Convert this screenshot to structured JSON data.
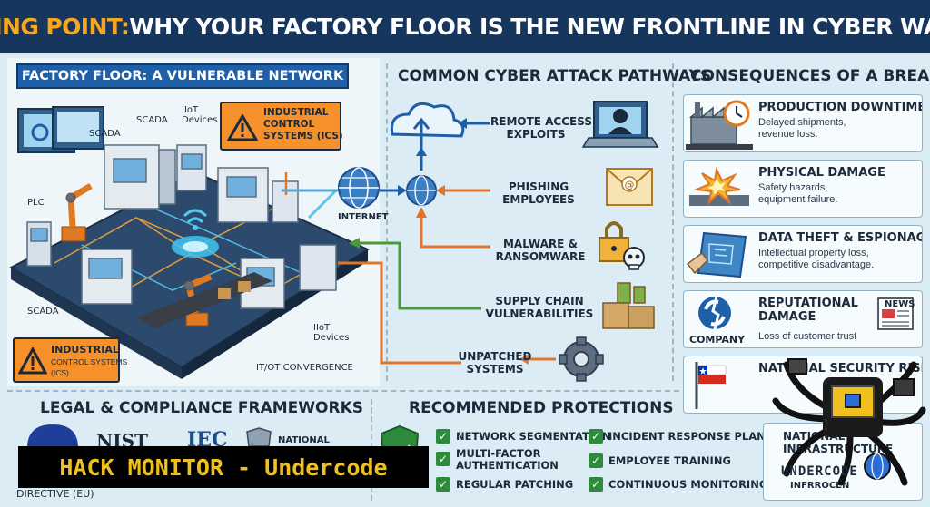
{
  "banner": {
    "title_accent": "BREAKING POINT:",
    "title_rest": " WHY YOUR FACTORY FLOOR IS THE NEW FRONTLINE IN CYBER WARFARE"
  },
  "factory": {
    "header": "FACTORY FLOOR: A VULNERABLE NETWORK",
    "labels": {
      "scada_top": "SCADA",
      "scada_mid": "SCADA",
      "iiot_top": "IIoT\nDevices",
      "plc": "PLC",
      "scada_bottom": "SCADA",
      "iiot_bottom": "IIoT\nDevices",
      "itot": "IT/OT CONVERGENCE"
    },
    "ics_top": "INDUSTRIAL\nCONTROL\nSYSTEMS (ICS)",
    "ics_bottom": {
      "line1": "INDUSTRIAL",
      "line2": "CONTROL SYSTEMS",
      "line3": "(ICS)"
    }
  },
  "pathways": {
    "header": "COMMON CYBER ATTACK PATHWAYS",
    "internet_label": "INTERNET",
    "items": [
      {
        "label": "REMOTE ACCESS\nEXPLOITS"
      },
      {
        "label": "PHISHING\nEMPLOYEES"
      },
      {
        "label": "MALWARE &\nRANSOMWARE"
      },
      {
        "label": "SUPPLY CHAIN\nVULNERABILITIES"
      },
      {
        "label": "UNPATCHED\nSYSTEMS"
      }
    ]
  },
  "consequences": {
    "header": "CONSEQUENCES OF A BREACH",
    "items": [
      {
        "title": "PRODUCTION DOWNTIME",
        "desc": "Delayed shipments,\nrevenue loss."
      },
      {
        "title": "PHYSICAL DAMAGE",
        "desc": "Safety hazards,\nequipment failure."
      },
      {
        "title": "DATA THEFT & ESPIONAGE",
        "desc": "Intellectual property loss,\ncompetitive disadvantage."
      },
      {
        "title": "REPUTATIONAL\nDAMAGE",
        "desc": "Loss of customer trust",
        "company": "COMPANY",
        "news": "NEWS"
      },
      {
        "title": "NATIONAL SECURITY RISKS",
        "desc": ""
      }
    ],
    "partial": {
      "nat": "NATIONAL",
      "infra": "INFRASTRUCTURE",
      "infra2": "INFRROCEN"
    }
  },
  "legal": {
    "header": "LEGAL & COMPLIANCE FRAMEWORKS",
    "nist": "NIST",
    "iec": "IEC",
    "national": "NATIONAL",
    "directive": "DIRECTIVE (EU)"
  },
  "protections": {
    "header": "RECOMMENDED PROTECTIONS",
    "left": [
      "NETWORK SEGMENTATION",
      "MULTI-FACTOR\nAUTHENTICATION",
      "REGULAR PATCHING"
    ],
    "right": [
      "INCIDENT RESPONSE PLAN",
      "EMPLOYEE TRAINING",
      "CONTINUOUS MONITORING"
    ]
  },
  "watermark": {
    "text": "HACK MONITOR - Undercode",
    "logo": "UNDERCODE"
  },
  "colors": {
    "navy": "#17365d",
    "accent": "#f5a623",
    "blue": "#1e5fa8",
    "orange": "#e0762b",
    "green": "#2e8b3e"
  }
}
